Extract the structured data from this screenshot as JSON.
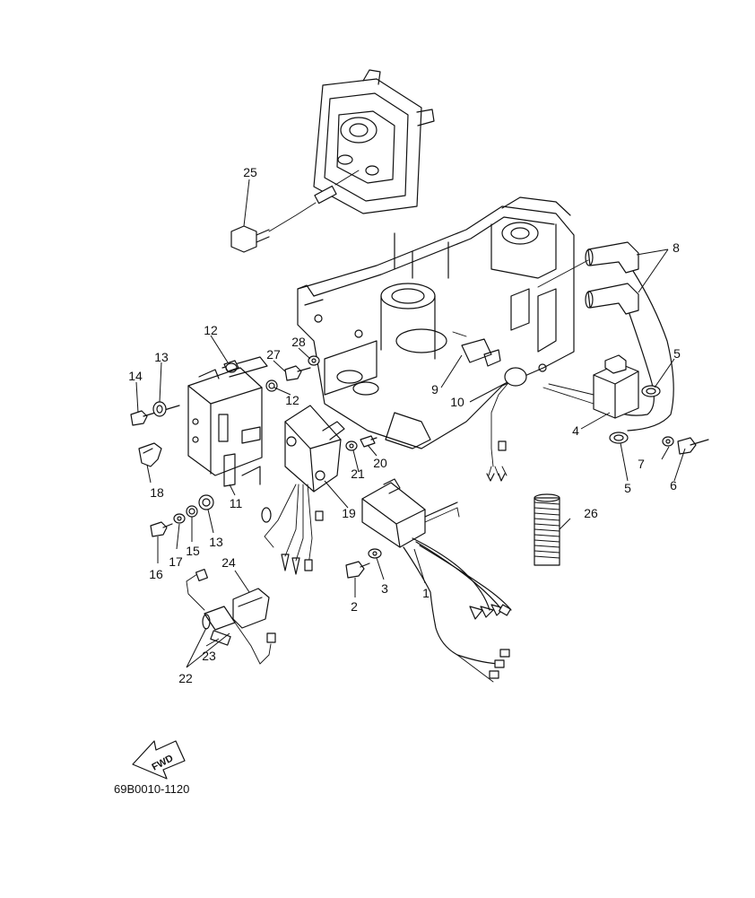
{
  "diagram_code": "69B0010-1120",
  "fwd_label": "FWD",
  "callouts": [
    {
      "id": "c1",
      "label": "1"
    },
    {
      "id": "c2",
      "label": "2"
    },
    {
      "id": "c3",
      "label": "3"
    },
    {
      "id": "c4",
      "label": "4"
    },
    {
      "id": "c5a",
      "label": "5"
    },
    {
      "id": "c5b",
      "label": "5"
    },
    {
      "id": "c6",
      "label": "6"
    },
    {
      "id": "c7",
      "label": "7"
    },
    {
      "id": "c8",
      "label": "8"
    },
    {
      "id": "c9",
      "label": "9"
    },
    {
      "id": "c10",
      "label": "10"
    },
    {
      "id": "c11",
      "label": "11"
    },
    {
      "id": "c12a",
      "label": "12"
    },
    {
      "id": "c12b",
      "label": "12"
    },
    {
      "id": "c13a",
      "label": "13"
    },
    {
      "id": "c13b",
      "label": "13"
    },
    {
      "id": "c14",
      "label": "14"
    },
    {
      "id": "c15",
      "label": "15"
    },
    {
      "id": "c16",
      "label": "16"
    },
    {
      "id": "c17",
      "label": "17"
    },
    {
      "id": "c18",
      "label": "18"
    },
    {
      "id": "c19",
      "label": "19"
    },
    {
      "id": "c20",
      "label": "20"
    },
    {
      "id": "c21",
      "label": "21"
    },
    {
      "id": "c22",
      "label": "22"
    },
    {
      "id": "c23",
      "label": "23"
    },
    {
      "id": "c24",
      "label": "24"
    },
    {
      "id": "c25",
      "label": "25"
    },
    {
      "id": "c26",
      "label": "26"
    },
    {
      "id": "c27",
      "label": "27"
    },
    {
      "id": "c28",
      "label": "28"
    }
  ]
}
